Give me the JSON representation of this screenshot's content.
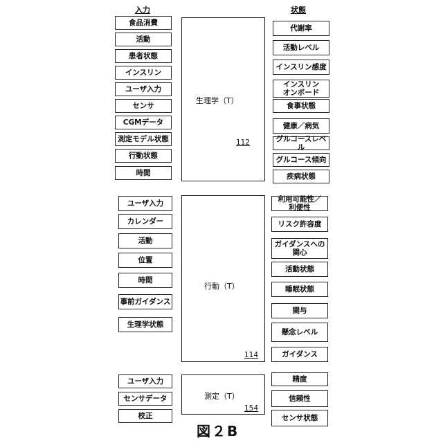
{
  "headers": {
    "input": "入力",
    "state": "状態"
  },
  "section1": {
    "inputs": [
      "食品消費",
      "活動",
      "患者状態",
      "インスリン",
      "ユーザ入力",
      "センサ",
      "CGMデータ",
      "測定モデル状態",
      "行動状態",
      "時間"
    ],
    "model_label": "生理学（T）",
    "model_ref": "112",
    "states": [
      "代謝率",
      "活動レベル",
      "インスリン感度",
      "インスリン\nオンボード",
      "食事状態",
      "健康／病気",
      "グルコースレベル",
      "グルコース傾向",
      "疾病状態"
    ]
  },
  "section2": {
    "inputs": [
      "ユーザ入力",
      "カレンダー",
      "活動",
      "位置",
      "時間",
      "事前ガイダンス",
      "生理学状態"
    ],
    "model_label": "行動（T）",
    "model_ref": "114",
    "states": [
      "利用可能性／\n利便性",
      "リスク許容度",
      "ガイダンスへの\n関心",
      "活動状態",
      "睡眠状態",
      "関与",
      "懸念レベル",
      "ガイダンス"
    ]
  },
  "section3": {
    "inputs": [
      "ユーザ入力",
      "センサデータ",
      "校正"
    ],
    "model_label": "測定（T）",
    "model_ref": "154",
    "states": [
      "精度",
      "信頼性",
      "センサ状態"
    ]
  },
  "figure_label": "図２B"
}
